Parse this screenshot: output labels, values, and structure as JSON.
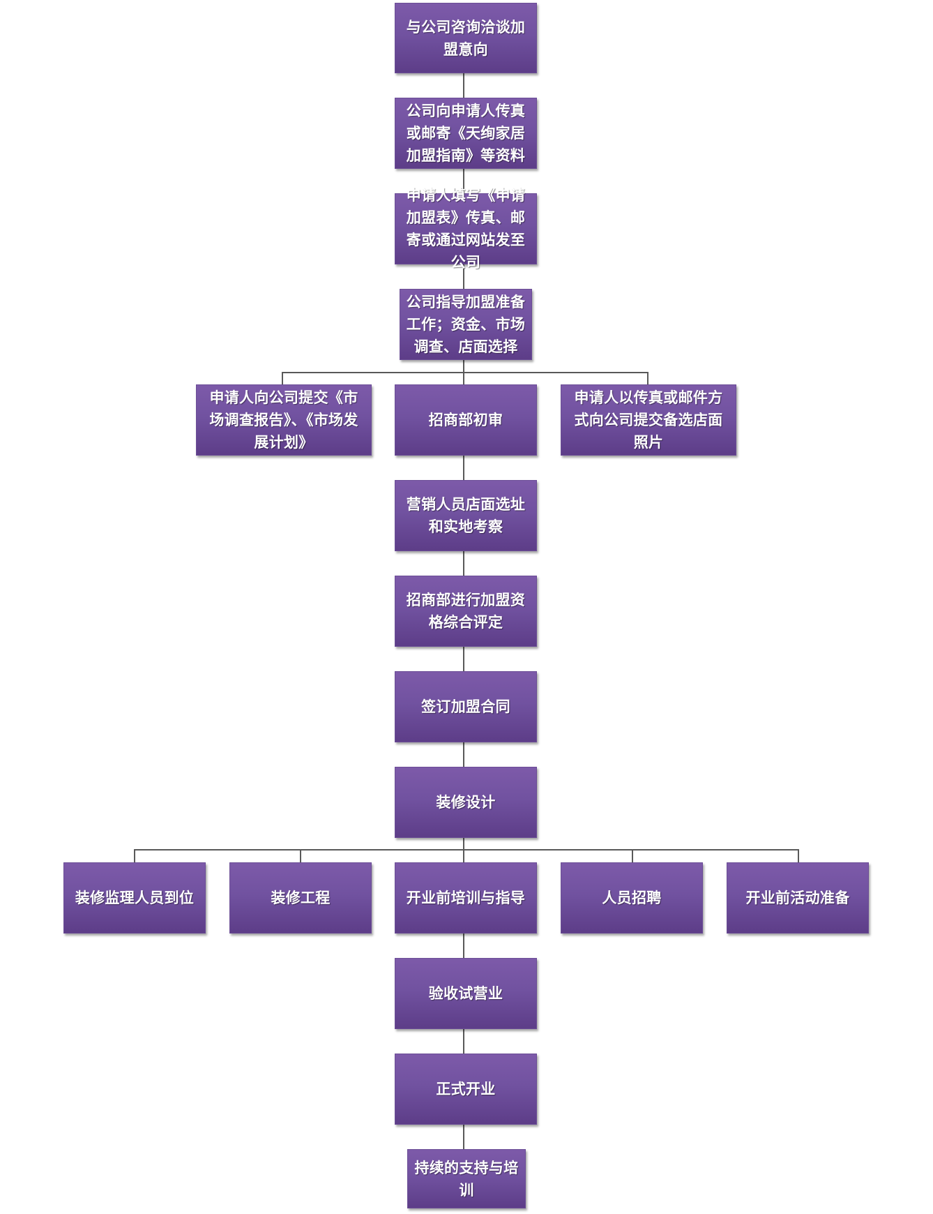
{
  "flowchart": {
    "steps": [
      {
        "id": "s1",
        "label": "与公司咨询洽谈加盟意向"
      },
      {
        "id": "s2",
        "label": "公司向申请人传真或邮寄《天绚家居加盟指南》等资料"
      },
      {
        "id": "s3",
        "label": "申请人填写《申请加盟表》传真、邮寄或通过网站发至公司"
      },
      {
        "id": "s4",
        "label": "公司指导加盟准备工作；资金、市场调查、店面选择"
      },
      {
        "id": "s5a",
        "label": "申请人向公司提交《市场调查报告》、《市场发展计划》"
      },
      {
        "id": "s5b",
        "label": "招商部初审"
      },
      {
        "id": "s5c",
        "label": "申请人以传真或邮件方式向公司提交备选店面照片"
      },
      {
        "id": "s6",
        "label": "营销人员店面选址和实地考察"
      },
      {
        "id": "s7",
        "label": "招商部进行加盟资格综合评定"
      },
      {
        "id": "s8",
        "label": "签订加盟合同"
      },
      {
        "id": "s9",
        "label": "装修设计"
      },
      {
        "id": "s10a",
        "label": "装修监理人员到位"
      },
      {
        "id": "s10b",
        "label": "装修工程"
      },
      {
        "id": "s10c",
        "label": "开业前培训与指导"
      },
      {
        "id": "s10d",
        "label": "人员招聘"
      },
      {
        "id": "s10e",
        "label": "开业前活动准备"
      },
      {
        "id": "s11",
        "label": "验收试营业"
      },
      {
        "id": "s12",
        "label": "正式开业"
      },
      {
        "id": "s13",
        "label": "持续的支持与培训"
      }
    ]
  },
  "colors": {
    "node_top": "#7d5aa9",
    "node_bottom": "#5d3d88",
    "node_text": "#ffffff",
    "connector": "#595959"
  }
}
